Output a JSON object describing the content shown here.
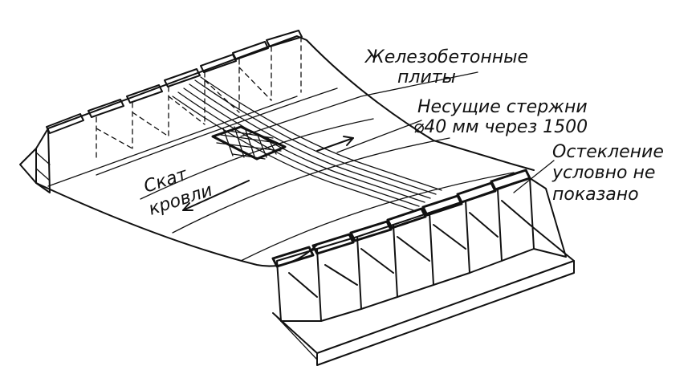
{
  "labels": {
    "plates_line1": "Железобетонные",
    "plates_line2": "плиты",
    "rods_line1": "Несущие стержни",
    "rods_line2": "⌀40 мм через 1500",
    "glazing_line1": "Остекление",
    "glazing_line2": "условно не",
    "glazing_line3": "показано",
    "slope_line1": "Скат",
    "slope_line2": "кровли"
  },
  "colors": {
    "ink": "#111111",
    "paper": "#ffffff"
  }
}
